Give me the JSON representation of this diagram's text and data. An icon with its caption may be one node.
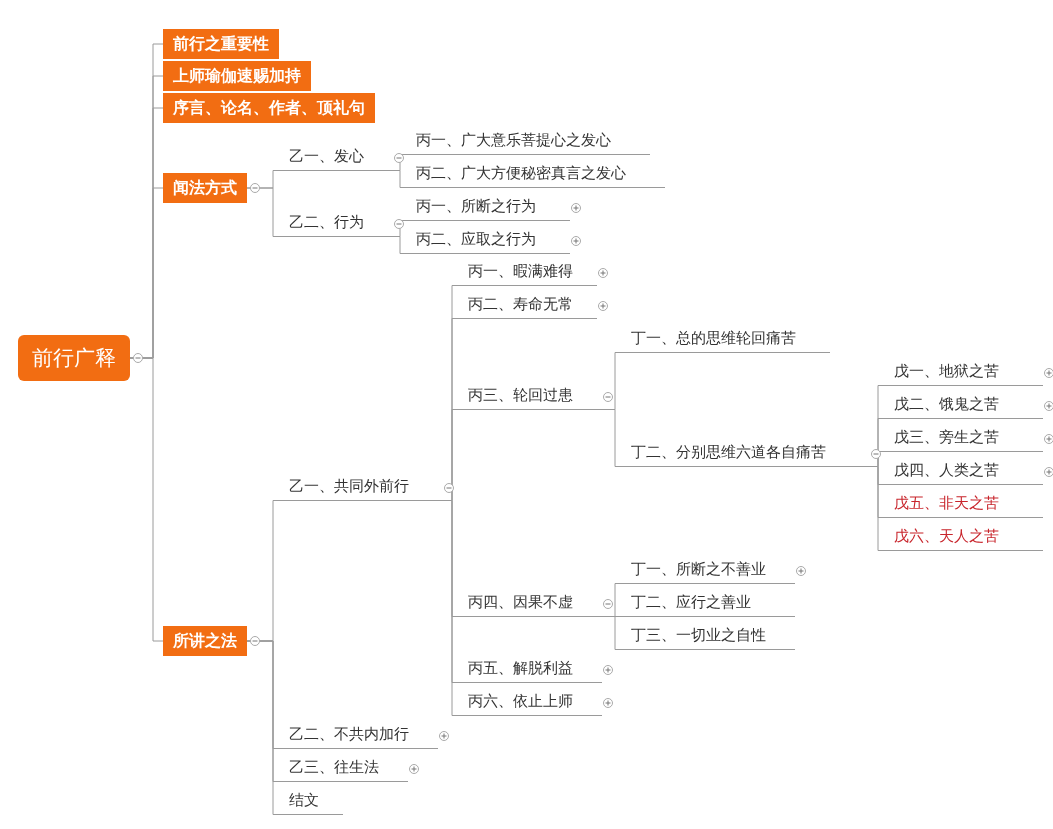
{
  "diagram": {
    "nodes": [
      {
        "text": [
          "前行广释"
        ]
      },
      {
        "text": [
          "前行之重要性"
        ]
      },
      {
        "text": [
          "上师瑜伽速赐加持"
        ]
      },
      {
        "text": [
          "序言、论名、作者、顶礼句"
        ]
      },
      {
        "text": [
          "闻法方式"
        ]
      },
      {
        "text": [
          "乙一、发心"
        ]
      },
      {
        "text": [
          "丙一、广大意乐菩提心之发心"
        ]
      },
      {
        "text": [
          "丙二、广大方便秘密真言之发心"
        ]
      },
      {
        "text": [
          "乙二、行为"
        ]
      },
      {
        "text": [
          "丙一、所断之行为"
        ]
      },
      {
        "text": [
          "丙二、应取之行为"
        ]
      },
      {
        "text": [
          "所讲之法"
        ]
      },
      {
        "text": [
          "乙一、共同外前行"
        ]
      },
      {
        "text": [
          "丙一、暇满难得"
        ]
      },
      {
        "text": [
          "丙二、寿命无常"
        ]
      },
      {
        "text": [
          "丙三、轮回过患"
        ]
      },
      {
        "text": [
          "丁一、总的思维轮回痛苦"
        ]
      },
      {
        "text": [
          "丁二、分别思维六道各自痛苦"
        ]
      },
      {
        "text": [
          "戊一、地狱之苦"
        ]
      },
      {
        "text": [
          "戊二、饿鬼之苦"
        ]
      },
      {
        "text": [
          "戊三、旁生之苦"
        ]
      },
      {
        "text": [
          "戊四、人类之苦"
        ]
      },
      {
        "text": [
          "戊五、非天之苦"
        ]
      },
      {
        "text": [
          "戊六、天人之苦"
        ]
      },
      {
        "text": [
          "丙四、因果不虚"
        ]
      },
      {
        "text": [
          "丁一、所断之不善业"
        ]
      },
      {
        "text": [
          "丁二、应行之善业"
        ]
      },
      {
        "text": [
          "丁三、一切业之自性"
        ]
      },
      {
        "text": [
          "丙五、解脱利益"
        ]
      },
      {
        "text": [
          "丙六、依止上师"
        ]
      },
      {
        "text": [
          "乙二、不共内加行"
        ]
      },
      {
        "text": [
          "乙三、往生法"
        ]
      },
      {
        "text": [
          "结文"
        ]
      }
    ],
    "edges": [
      {
        "from": 0,
        "to": 1,
        "arrow": "none"
      },
      {
        "from": 0,
        "to": 2,
        "arrow": "none"
      },
      {
        "from": 0,
        "to": 3,
        "arrow": "none"
      },
      {
        "from": 0,
        "to": 4,
        "arrow": "none"
      },
      {
        "from": 4,
        "to": 5,
        "arrow": "none"
      },
      {
        "from": 5,
        "to": 6,
        "arrow": "none"
      },
      {
        "from": 5,
        "to": 7,
        "arrow": "none"
      },
      {
        "from": 4,
        "to": 8,
        "arrow": "none"
      },
      {
        "from": 8,
        "to": 9,
        "arrow": "none"
      },
      {
        "from": 8,
        "to": 10,
        "arrow": "none"
      },
      {
        "from": 0,
        "to": 11,
        "arrow": "none"
      },
      {
        "from": 11,
        "to": 12,
        "arrow": "none"
      },
      {
        "from": 12,
        "to": 13,
        "arrow": "none"
      },
      {
        "from": 12,
        "to": 14,
        "arrow": "none"
      },
      {
        "from": 12,
        "to": 15,
        "arrow": "none"
      },
      {
        "from": 15,
        "to": 16,
        "arrow": "none"
      },
      {
        "from": 15,
        "to": 17,
        "arrow": "none"
      },
      {
        "from": 17,
        "to": 18,
        "arrow": "none"
      },
      {
        "from": 17,
        "to": 19,
        "arrow": "none"
      },
      {
        "from": 17,
        "to": 20,
        "arrow": "none"
      },
      {
        "from": 17,
        "to": 21,
        "arrow": "none"
      },
      {
        "from": 17,
        "to": 22,
        "arrow": "none"
      },
      {
        "from": 17,
        "to": 23,
        "arrow": "none"
      },
      {
        "from": 12,
        "to": 24,
        "arrow": "none"
      },
      {
        "from": 24,
        "to": 25,
        "arrow": "none"
      },
      {
        "from": 24,
        "to": 26,
        "arrow": "none"
      },
      {
        "from": 24,
        "to": 27,
        "arrow": "none"
      },
      {
        "from": 12,
        "to": 28,
        "arrow": "none"
      },
      {
        "from": 12,
        "to": 29,
        "arrow": "none"
      },
      {
        "from": 11,
        "to": 30,
        "arrow": "none"
      },
      {
        "from": 11,
        "to": 31,
        "arrow": "none"
      },
      {
        "from": 11,
        "to": 32,
        "arrow": "none"
      }
    ]
  }
}
